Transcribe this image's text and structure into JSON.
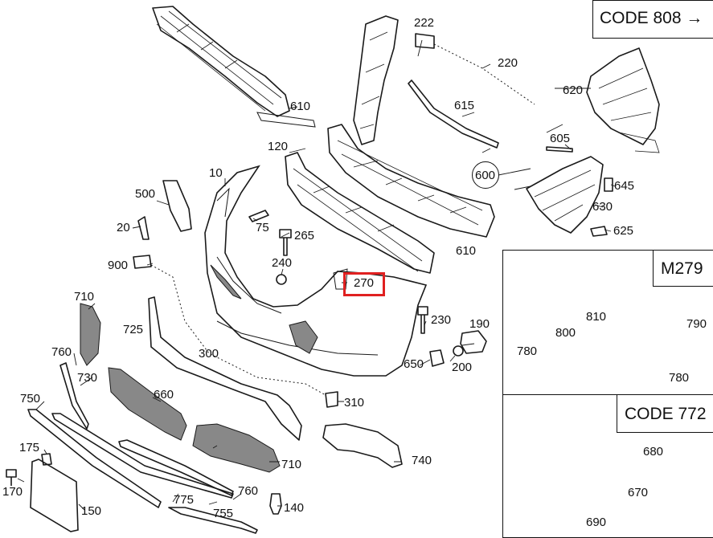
{
  "boxes": {
    "code808": "CODE 808 →",
    "m279": "M279",
    "code772": "CODE 772"
  },
  "callouts": {
    "c10": "10",
    "c20": "20",
    "c75": "75",
    "c120": "120",
    "c140": "140",
    "c150": "150",
    "c170": "170",
    "c175": "175",
    "c190": "190",
    "c200": "200",
    "c220": "220",
    "c222": "222",
    "c230": "230",
    "c240": "240",
    "c265": "265",
    "c270": "270",
    "c300": "300",
    "c310": "310",
    "c500": "500",
    "c600": "600",
    "c605": "605",
    "c610a": "610",
    "c610b": "610",
    "c615": "615",
    "c620": "620",
    "c625": "625",
    "c630": "630",
    "c645": "645",
    "c650": "650",
    "c660": "660",
    "c670": "670",
    "c680": "680",
    "c690": "690",
    "c710a": "710",
    "c710b": "710",
    "c725": "725",
    "c730": "730",
    "c740": "740",
    "c750": "750",
    "c755": "755",
    "c760a": "760",
    "c760b": "760",
    "c775": "775",
    "c780a": "780",
    "c780b": "780",
    "c790": "790",
    "c800": "800",
    "c810": "810",
    "c900": "900"
  },
  "highlighted_part": "270"
}
